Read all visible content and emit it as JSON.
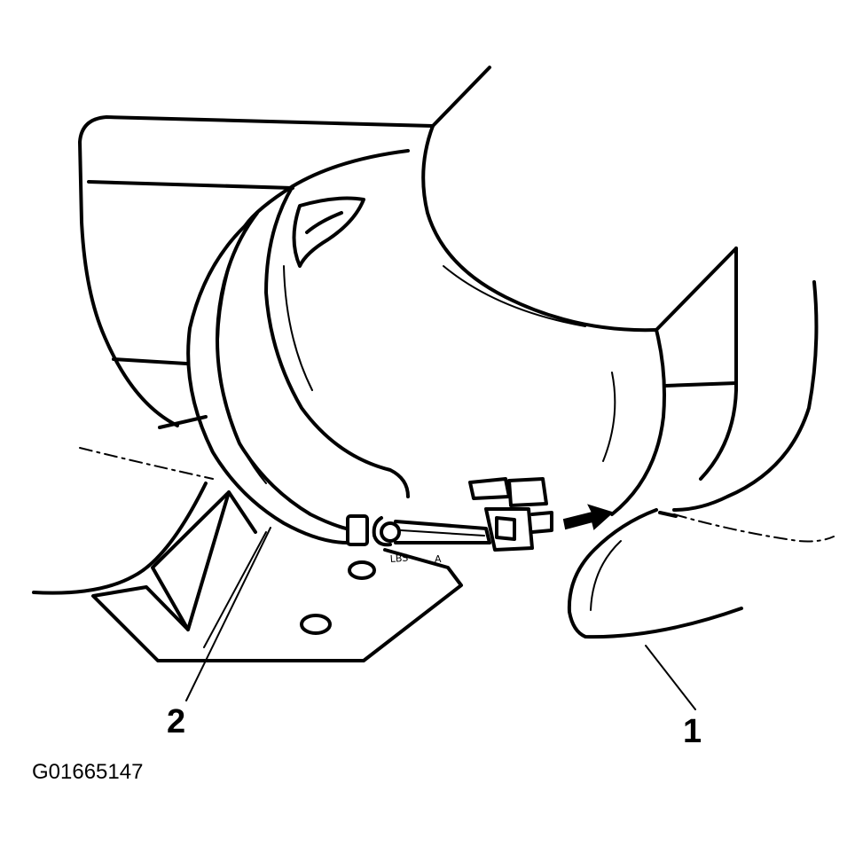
{
  "callouts": [
    {
      "number": "2"
    },
    {
      "number": "1"
    }
  ],
  "figure_id": "G01665147",
  "colors": {
    "ink": "#000000",
    "background": "#ffffff"
  }
}
